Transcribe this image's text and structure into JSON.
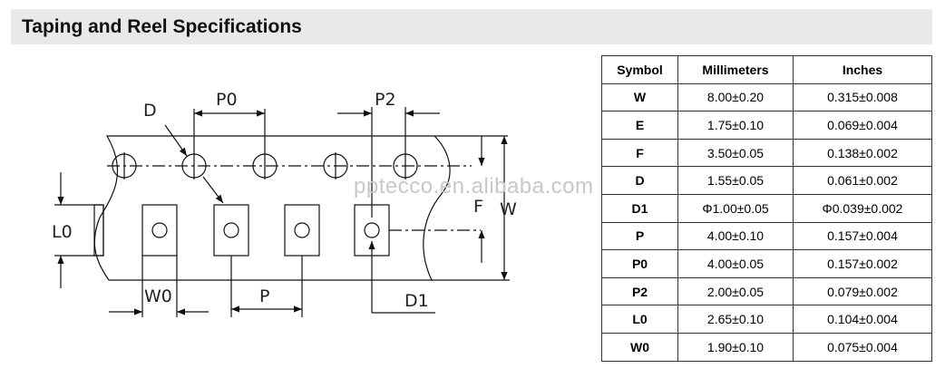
{
  "title": "Taping and Reel Specifications",
  "watermark": "pptecco.en.alibaba.com",
  "diagram_labels": {
    "D": "D",
    "P0": "P0",
    "P2": "P2",
    "L0": "L0",
    "F": "F",
    "W": "W",
    "W0": "W0",
    "P": "P",
    "D1": "D1"
  },
  "table": {
    "headers": [
      "Symbol",
      "Millimeters",
      "Inches"
    ],
    "rows": [
      {
        "symbol": "W",
        "mm": "8.00±0.20",
        "inch": "0.315±0.008"
      },
      {
        "symbol": "E",
        "mm": "1.75±0.10",
        "inch": "0.069±0.004"
      },
      {
        "symbol": "F",
        "mm": "3.50±0.05",
        "inch": "0.138±0.002"
      },
      {
        "symbol": "D",
        "mm": "1.55±0.05",
        "inch": "0.061±0.002"
      },
      {
        "symbol": "D1",
        "mm": "Φ1.00±0.05",
        "inch": "Φ0.039±0.002"
      },
      {
        "symbol": "P",
        "mm": "4.00±0.10",
        "inch": "0.157±0.004"
      },
      {
        "symbol": "P0",
        "mm": "4.00±0.05",
        "inch": "0.157±0.002"
      },
      {
        "symbol": "P2",
        "mm": "2.00±0.05",
        "inch": "0.079±0.002"
      },
      {
        "symbol": "L0",
        "mm": "2.65±0.10",
        "inch": "0.104±0.004"
      },
      {
        "symbol": "W0",
        "mm": "1.90±0.10",
        "inch": "0.075±0.004"
      }
    ]
  }
}
